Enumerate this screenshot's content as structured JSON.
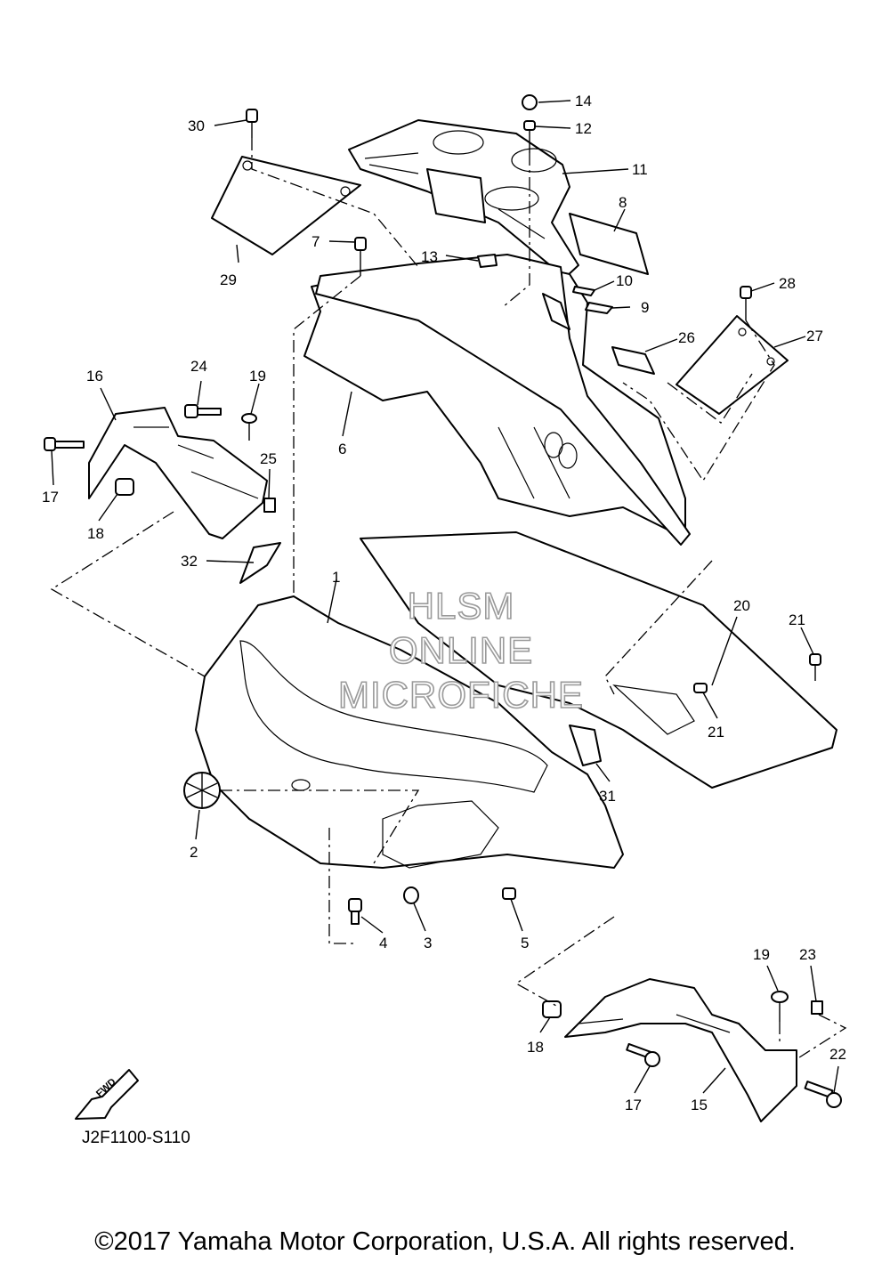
{
  "watermark": [
    "HLSM",
    "ONLINE",
    "MICROFICHE"
  ],
  "diagram_code": "J2F1100-S110",
  "fwd_label": "FWD",
  "copyright": "©2017 Yamaha Motor Corporation, U.S.A. All rights reserved.",
  "callouts": [
    "1",
    "2",
    "3",
    "4",
    "5",
    "6",
    "7",
    "8",
    "9",
    "10",
    "11",
    "12",
    "13",
    "14",
    "15",
    "16",
    "17",
    "18",
    "19",
    "20",
    "21",
    "21",
    "22",
    "23",
    "24",
    "25",
    "26",
    "27",
    "28",
    "29",
    "30",
    "31",
    "32",
    "17",
    "18",
    "19"
  ]
}
